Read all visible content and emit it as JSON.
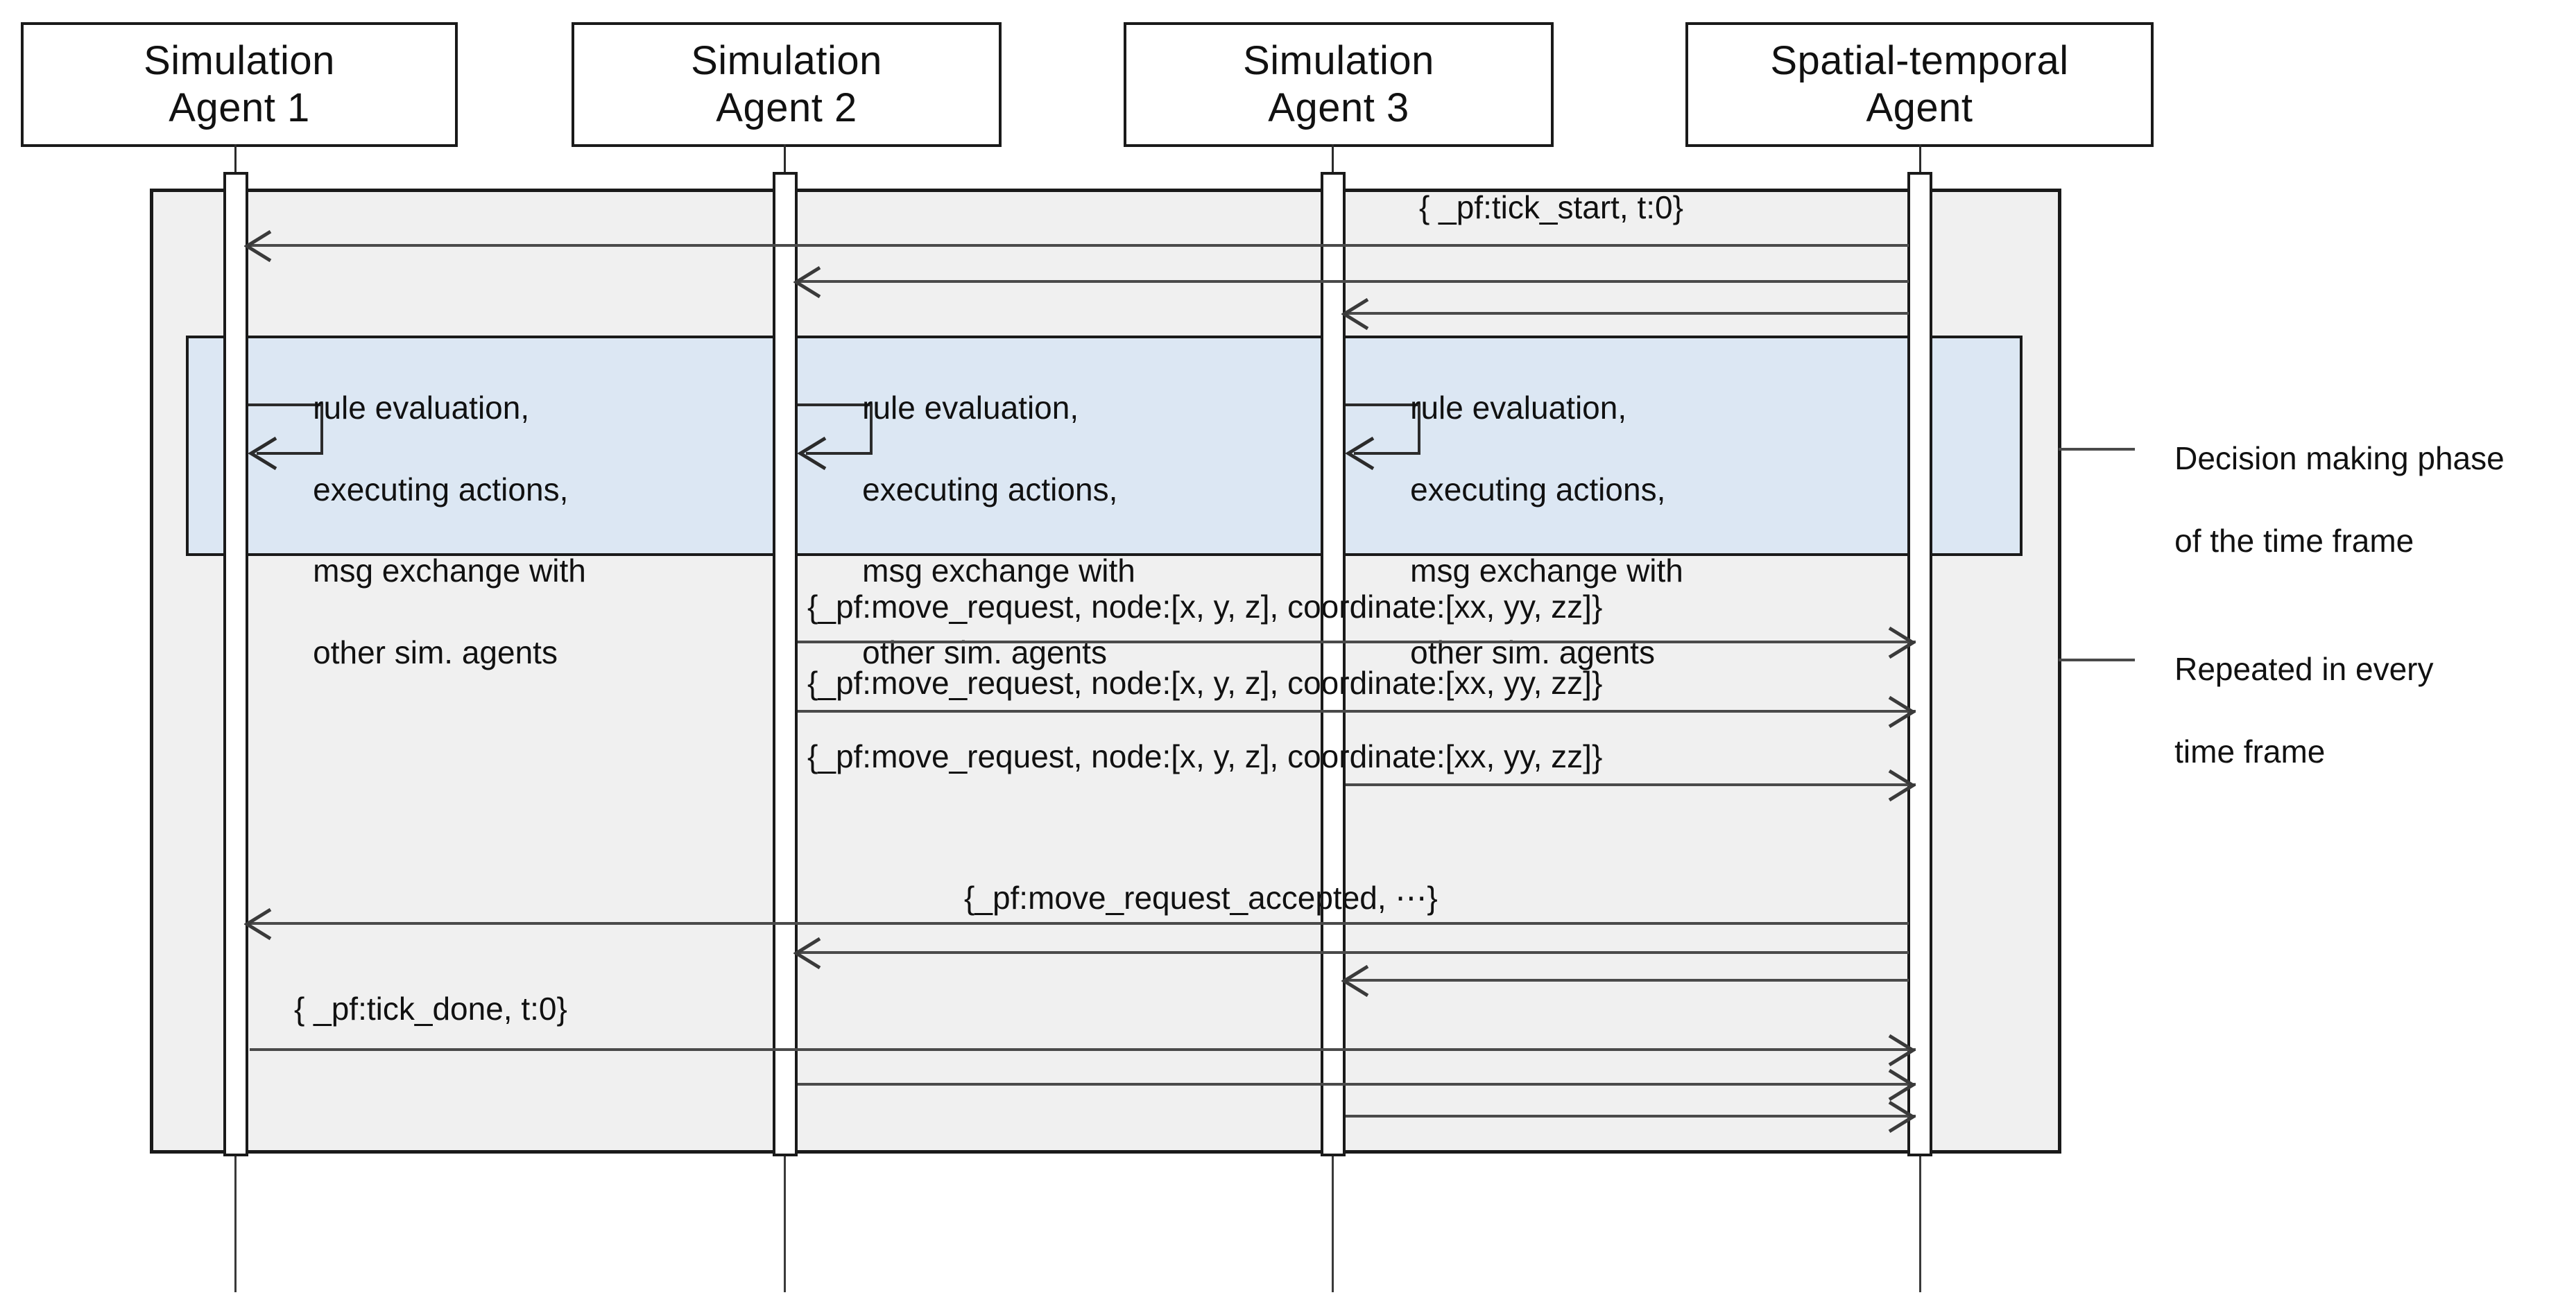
{
  "diagram": {
    "type": "uml-sequence-diagram",
    "title": "Simulation agents / spatial-temporal agent time frame interaction",
    "colors": {
      "background": "#ffffff",
      "frame_fill": "#f0f0f0",
      "phase_fill": "#dce7f3",
      "line": "#1a1a1a",
      "message": "#4a4a4a",
      "text": "#111111"
    }
  },
  "participants": [
    {
      "id": "sim1",
      "line1": "Simulation",
      "line2": "Agent 1"
    },
    {
      "id": "sim2",
      "line1": "Simulation",
      "line2": "Agent 2"
    },
    {
      "id": "sim3",
      "line1": "Simulation",
      "line2": "Agent 3"
    },
    {
      "id": "st",
      "line1": "Spatial-temporal",
      "line2": "Agent"
    }
  ],
  "messages": {
    "tick_start": "{ _pf:tick_start, t:0}",
    "move_request": "{_pf:move_request, node:[x, y, z], coordinate:[xx, yy, zz]}",
    "move_request_accepted": "{_pf:move_request_accepted, ⋯}",
    "tick_done": "{ _pf:tick_done, t:0}"
  },
  "phase_note": {
    "line1": "rule evaluation,",
    "line2": "executing actions,",
    "line3": "msg exchange with",
    "line4": "other sim. agents"
  },
  "annotations": [
    {
      "id": "decision-phase",
      "line1": "Decision making phase",
      "line2": "of the time frame"
    },
    {
      "id": "repeated",
      "line1": "Repeated in every",
      "line2": "time frame"
    }
  ]
}
